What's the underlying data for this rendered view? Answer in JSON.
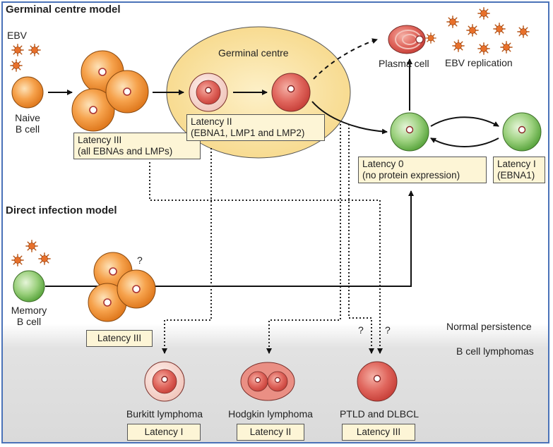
{
  "sections": {
    "germinal_centre_model": "Germinal centre model",
    "direct_infection_model": "Direct infection model",
    "normal_persistence": "Normal persistence",
    "b_cell_lymphomas": "B cell lymphomas"
  },
  "labels": {
    "ebv": "EBV",
    "naive_b_cell": [
      "Naive",
      "B cell"
    ],
    "germinal_centre": "Germinal centre",
    "plasma_cell": "Plasma cell",
    "ebv_replication": "EBV replication",
    "memory_b_cell": [
      "Memory",
      "B cell"
    ],
    "question_mark": "?"
  },
  "latency_boxes": {
    "latency_iii_gc": [
      "Latency III",
      "(all EBNAs and LMPs)"
    ],
    "latency_ii_gc": [
      "Latency II",
      "(EBNA1, LMP1 and LMP2)"
    ],
    "latency_0": [
      "Latency 0",
      "(no protein expression)"
    ],
    "latency_i": [
      "Latency I",
      "(EBNA1)"
    ],
    "latency_iii_direct": "Latency III"
  },
  "lymphomas": [
    {
      "name": "Burkitt lymphoma",
      "latency": "Latency I"
    },
    {
      "name": "Hodgkin lymphoma",
      "latency": "Latency II"
    },
    {
      "name": "PTLD and DLBCL",
      "latency": "Latency III"
    }
  ],
  "colors": {
    "frame": "#4a72b8",
    "latency_box_fill": "#fdf5d6",
    "germinal_centre_fill": "#fbe5a4",
    "orange_cell": "#f4a04a",
    "red_cell": "#d9534f",
    "green_cell": "#7cc15e",
    "virus": "#e8702a"
  }
}
